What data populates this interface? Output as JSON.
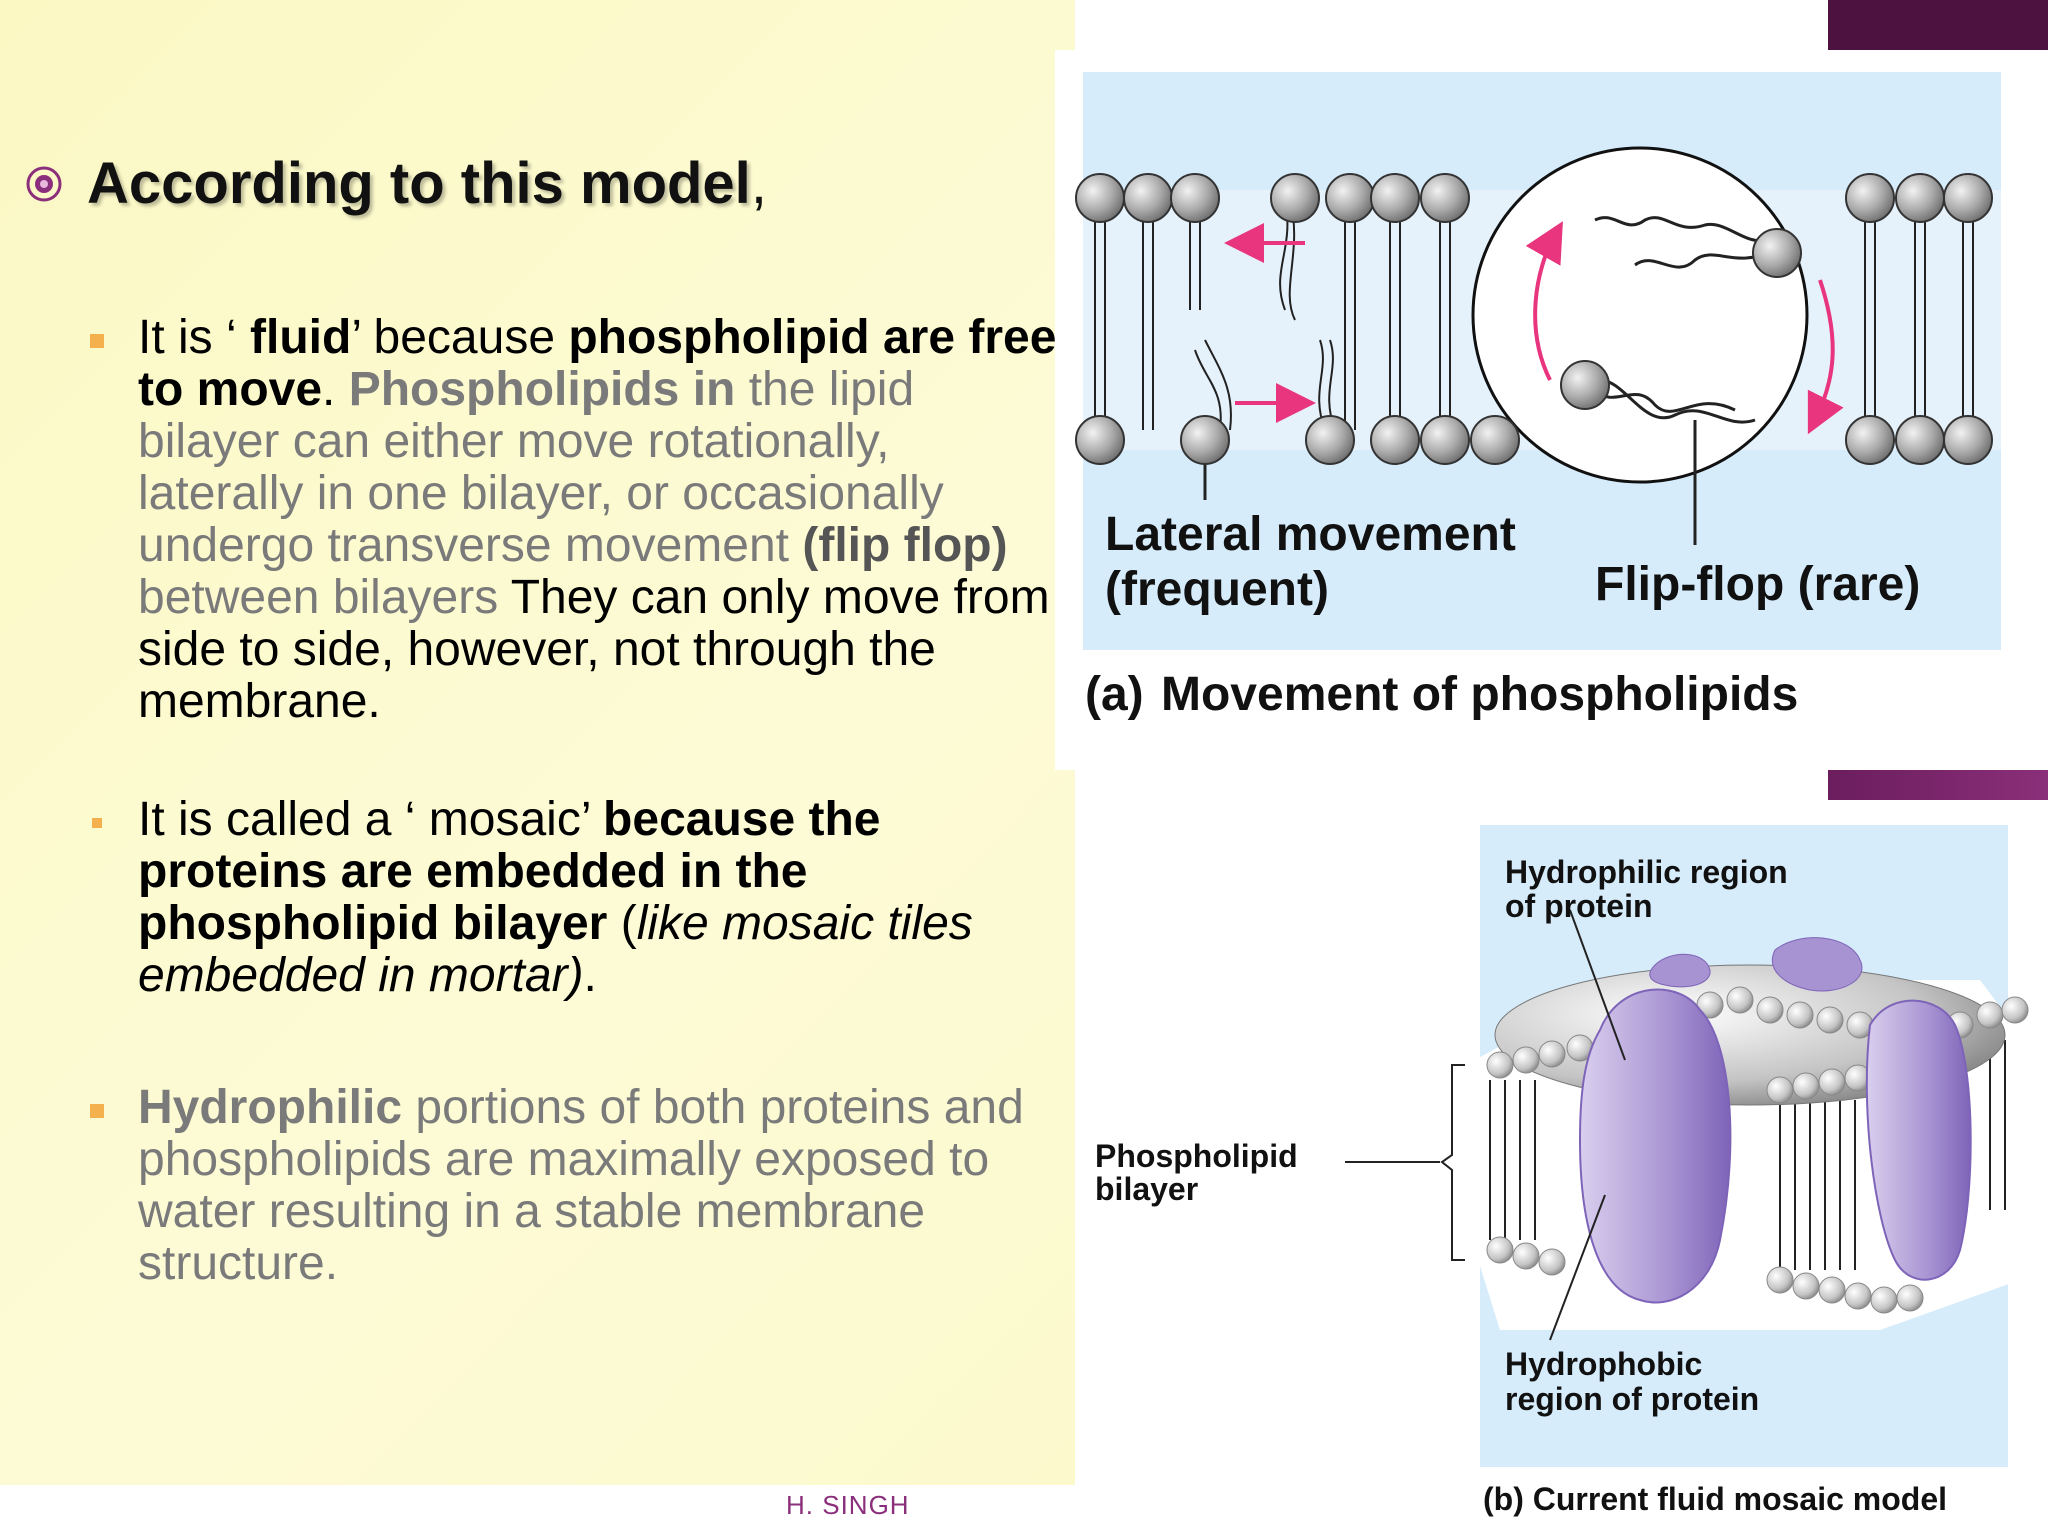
{
  "slide": {
    "heading": {
      "bold": "According to this model",
      "tail": ","
    },
    "bullet1": {
      "p1": "It is ‘ ",
      "p2": "fluid",
      "p3": "’ because ",
      "p4": "phospholipid are free to move",
      "p5": ". ",
      "p6": "Phospholipids in",
      "p7": " the lipid bilayer can either move rotationally, laterally in one bilayer, or occasionally undergo transverse movement ",
      "p8": "(flip flop)",
      "p9": " between bilayers",
      "p10": " They can only move from side to side, however, not through the membrane."
    },
    "bullet2": {
      "p1": " It is called a ‘ mosaic’ ",
      "p2": "because the proteins are embedded in the phospholipid bilayer",
      "p3": "  (",
      "p4": "like mosaic tiles embedded in mortar)",
      "p5": "."
    },
    "bullet3": {
      "p1": "Hydrophilic",
      "p2": " portions of both proteins and  phospholipids are maximally exposed to water resulting in a stable membrane structure."
    },
    "footer": "H. SINGH"
  },
  "figure_a": {
    "label_lateral_1": "Lateral movement",
    "label_lateral_2": "(frequent)",
    "label_flipflop": "Flip-flop (rare)",
    "caption_letter": "(a)",
    "caption": "Movement of phospholipids"
  },
  "figure_b": {
    "label_hydrophilic_1": "Hydrophilic region",
    "label_hydrophilic_2": "of  protein",
    "label_bilayer_1": "Phospholipid",
    "label_bilayer_2": "bilayer",
    "label_hydrophobic_1": "Hydrophobic",
    "label_hydrophobic_2": "region of protein",
    "caption": "(b)  Current fluid mosaic model"
  },
  "colors": {
    "panel_bg": "#fcf9cd",
    "accent": "#4d1240",
    "bullet_marker": "#f3b04d",
    "bullet_gray": "#7a7a7a",
    "figure_bg": "#d6ecfb",
    "arrow": "#e8357e",
    "protein": "#9b86c9",
    "footer": "#8b2f7c"
  }
}
